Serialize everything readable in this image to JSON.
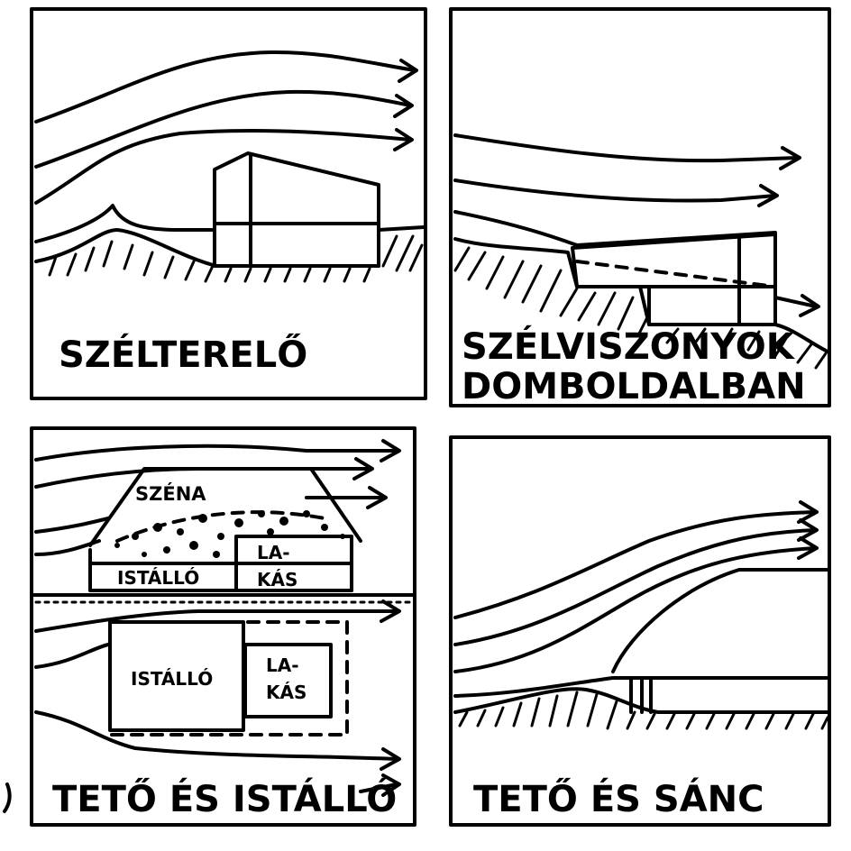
{
  "panels": [
    {
      "label_lines": [
        "SZÉLTERELŐ"
      ]
    },
    {
      "label_lines": [
        "SZÉLVISZONYOK",
        "DOMBOLDALBAN"
      ]
    },
    {
      "label_lines": [
        "TETŐ ÉS ISTÁLLÓ"
      ],
      "annotations": {
        "hay": "SZÉNA",
        "stable_top": "ISTÁLLÓ",
        "dwelling_top_1": "LA-",
        "dwelling_top_2": "KÁS",
        "stable_bottom": "ISTÁLLÓ",
        "dwelling_bottom_1": "LA-",
        "dwelling_bottom_2": "KÁS"
      }
    },
    {
      "label_lines": [
        "TETŐ ÉS SÁNC"
      ]
    }
  ]
}
